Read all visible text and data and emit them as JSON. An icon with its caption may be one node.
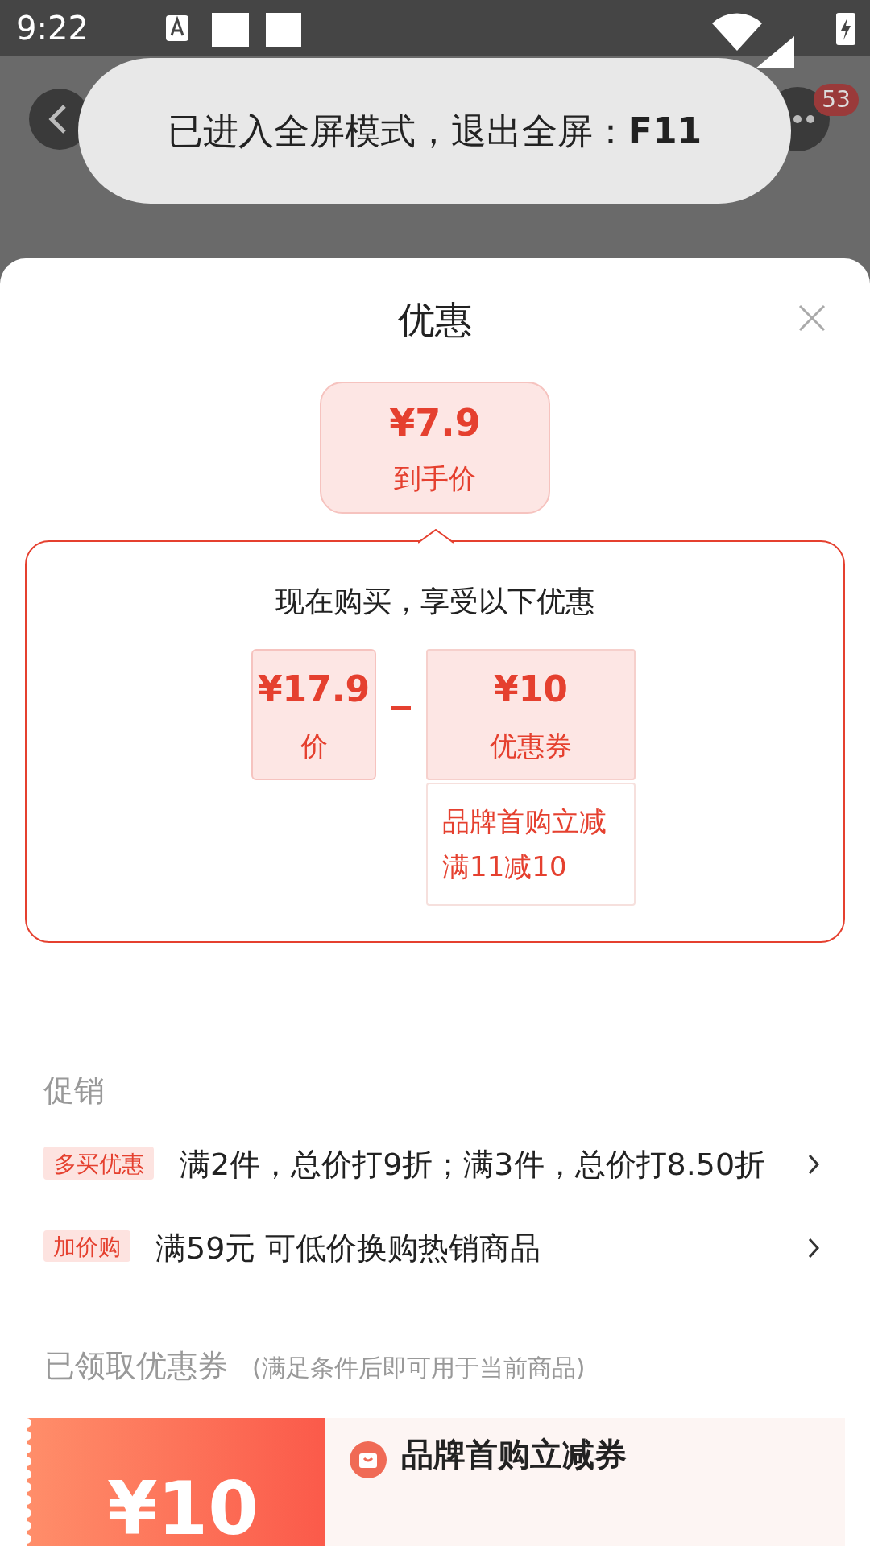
{
  "diagram": {
    "nodes": [
      {
        "text": [
          "已进入全屏模式，退出全屏：**F11**"
        ]
      },
      {
        "text": [
          "优惠"
        ]
      },
      {
        "text": [
          "¥7.9",
          "到手价"
        ],
        "in": 1
      },
      {
        "text": [
          "现在购买，享受以下优惠"
        ],
        "in": 1
      },
      {
        "text": [
          "¥17.9",
          "价"
        ],
        "in": 3
      },
      {
        "text": [
          "¥10",
          "优惠券"
        ],
        "in": 3
      },
      {
        "text": [
          "品牌首购立减",
          "满11减10"
        ],
        "in": 3
      },
      {
        "text": [
          "多买优惠"
        ],
        "in": 1
      },
      {
        "text": [
          "加价购"
        ],
        "in": 1
      },
      {
        "text": [
          "¥10",
          "品牌首购立减券"
        ],
        "in": 1
      }
    ],
    "labels": [
      "9:22",
      "53",
      "促销",
      "满2件，总价打9折；满3件，总价打8.50折",
      "满59元 可低价换购热销商品",
      "已领取优惠券",
      "(满足条件后即可用于当前商品)"
    ]
  }
}
